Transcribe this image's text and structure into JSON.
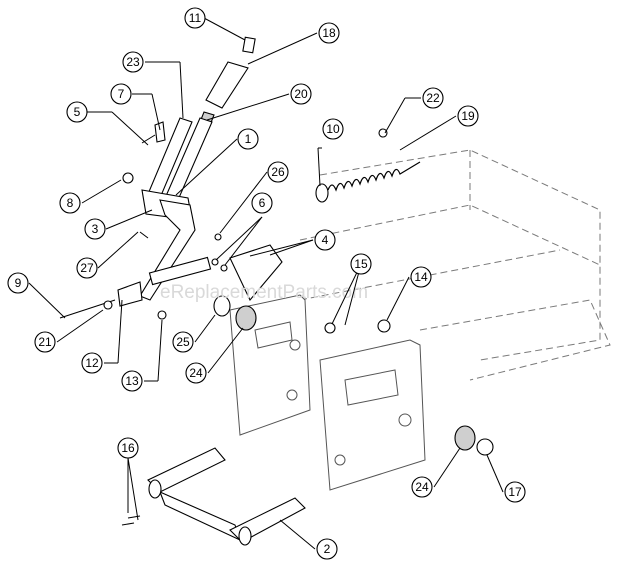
{
  "watermark": "eReplacementParts.com",
  "callouts": [
    {
      "id": "11",
      "label": "11"
    },
    {
      "id": "18",
      "label": "18"
    },
    {
      "id": "23",
      "label": "23"
    },
    {
      "id": "20",
      "label": "20"
    },
    {
      "id": "7",
      "label": "7"
    },
    {
      "id": "5",
      "label": "5"
    },
    {
      "id": "1",
      "label": "1"
    },
    {
      "id": "22",
      "label": "22"
    },
    {
      "id": "19",
      "label": "19"
    },
    {
      "id": "10",
      "label": "10"
    },
    {
      "id": "26",
      "label": "26"
    },
    {
      "id": "8",
      "label": "8"
    },
    {
      "id": "3",
      "label": "3"
    },
    {
      "id": "6",
      "label": "6"
    },
    {
      "id": "4",
      "label": "4"
    },
    {
      "id": "27",
      "label": "27"
    },
    {
      "id": "15",
      "label": "15"
    },
    {
      "id": "9",
      "label": "9"
    },
    {
      "id": "14",
      "label": "14"
    },
    {
      "id": "21",
      "label": "21"
    },
    {
      "id": "25",
      "label": "25"
    },
    {
      "id": "12",
      "label": "12"
    },
    {
      "id": "24a",
      "label": "24"
    },
    {
      "id": "13",
      "label": "13"
    },
    {
      "id": "16",
      "label": "16"
    },
    {
      "id": "24b",
      "label": "24"
    },
    {
      "id": "17",
      "label": "17"
    },
    {
      "id": "2",
      "label": "2"
    }
  ]
}
